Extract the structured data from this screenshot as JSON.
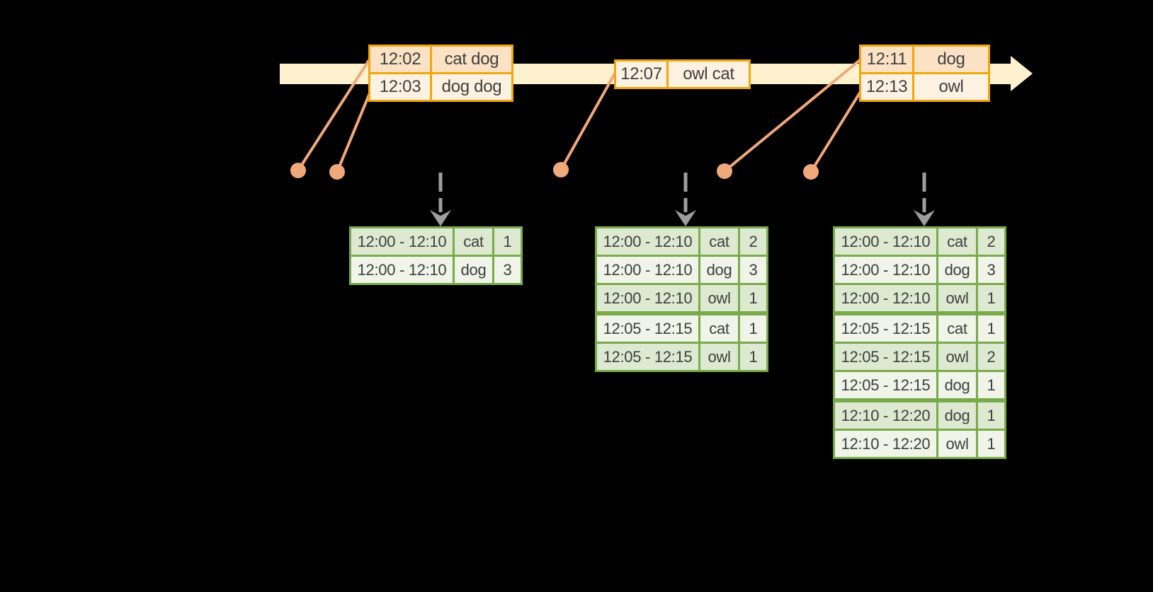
{
  "diagram": {
    "kind": "streaming-windowed-aggregation-timeline",
    "colors": {
      "background": "#000000",
      "timeline_band": "#fdf2cd",
      "event_table_border": "#f0a60c",
      "event_row_dark": "#fbe2c4",
      "event_row_light": "#fdf2e2",
      "result_table_border": "#7aaa4b",
      "result_row_dark": "#dde9d1",
      "result_row_light": "#f0f4e9",
      "connector": "#f0a97a",
      "trigger_arrow": "#9e9e9e",
      "text": "#3f3f3f"
    }
  },
  "event_tables": [
    {
      "rows": [
        {
          "time": "12:02",
          "words": "cat dog"
        },
        {
          "time": "12:03",
          "words": "dog dog"
        }
      ]
    },
    {
      "rows": [
        {
          "time": "12:07",
          "words": "owl cat"
        }
      ]
    },
    {
      "rows": [
        {
          "time": "12:11",
          "words": "dog"
        },
        {
          "time": "12:13",
          "words": "owl"
        }
      ]
    }
  ],
  "result_tables": [
    {
      "rows": [
        {
          "window": "12:00 - 12:10",
          "word": "cat",
          "count": "1"
        },
        {
          "window": "12:00 - 12:10",
          "word": "dog",
          "count": "3"
        }
      ]
    },
    {
      "rows": [
        {
          "window": "12:00 - 12:10",
          "word": "cat",
          "count": "2"
        },
        {
          "window": "12:00 - 12:10",
          "word": "dog",
          "count": "3"
        },
        {
          "window": "12:00 - 12:10",
          "word": "owl",
          "count": "1"
        },
        {
          "window": "12:05 - 12:15",
          "word": "cat",
          "count": "1"
        },
        {
          "window": "12:05 - 12:15",
          "word": "owl",
          "count": "1"
        }
      ]
    },
    {
      "rows": [
        {
          "window": "12:00 - 12:10",
          "word": "cat",
          "count": "2"
        },
        {
          "window": "12:00 - 12:10",
          "word": "dog",
          "count": "3"
        },
        {
          "window": "12:00 - 12:10",
          "word": "owl",
          "count": "1"
        },
        {
          "window": "12:05 - 12:15",
          "word": "cat",
          "count": "1"
        },
        {
          "window": "12:05 - 12:15",
          "word": "owl",
          "count": "2"
        },
        {
          "window": "12:05 - 12:15",
          "word": "dog",
          "count": "1"
        },
        {
          "window": "12:10 - 12:20",
          "word": "dog",
          "count": "1"
        },
        {
          "window": "12:10 - 12:20",
          "word": "owl",
          "count": "1"
        }
      ]
    }
  ]
}
